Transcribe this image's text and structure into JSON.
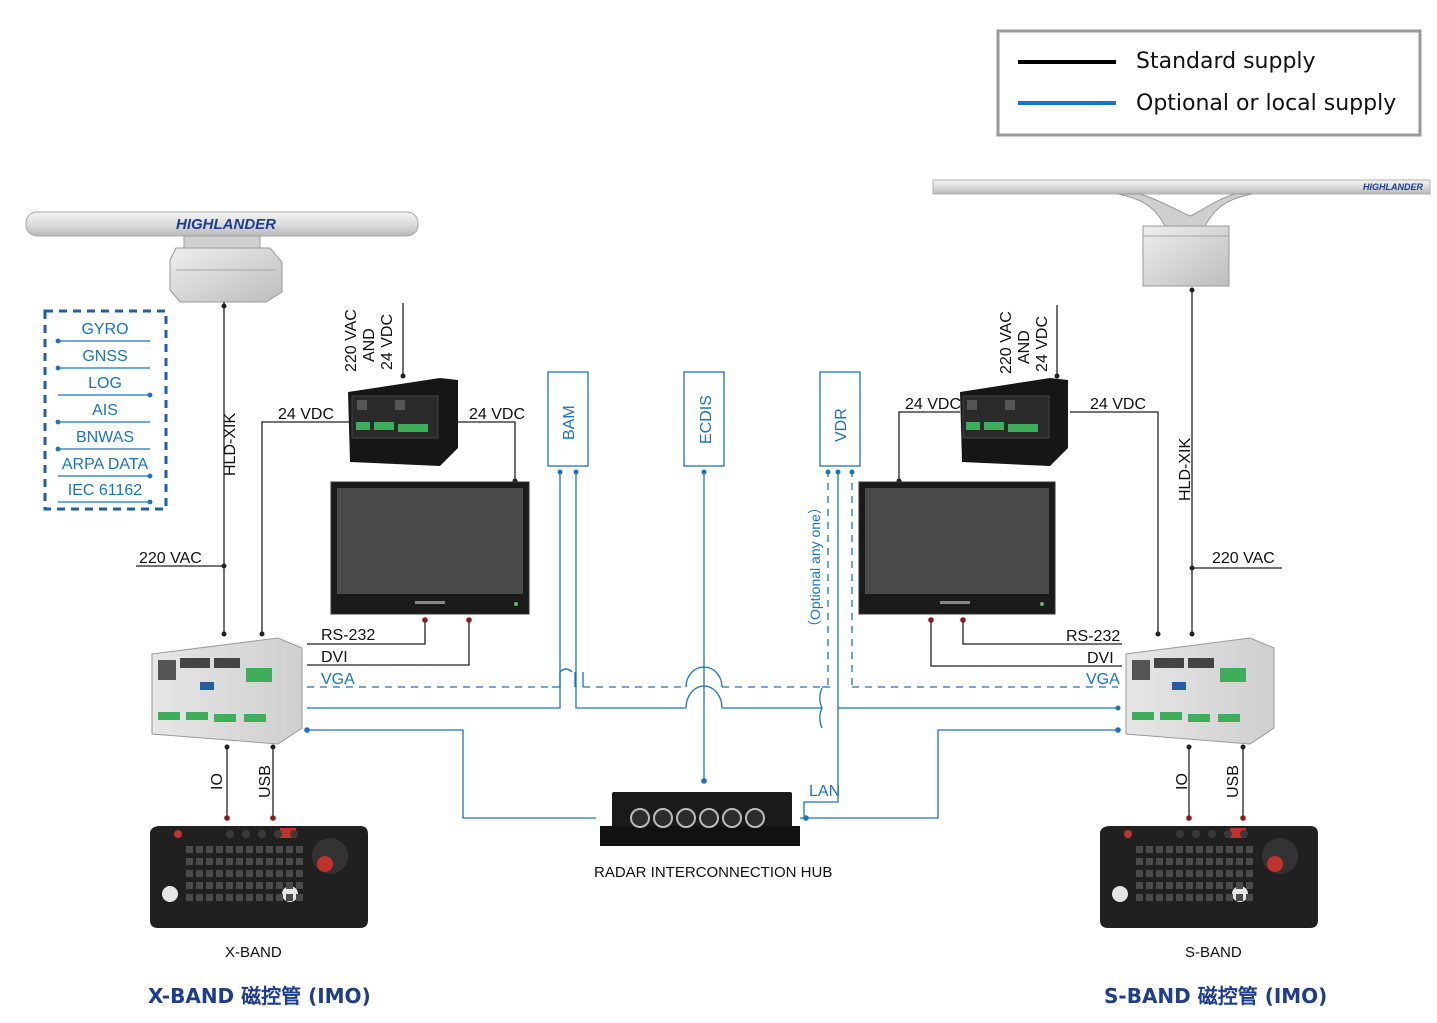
{
  "legend": {
    "standard": "Standard supply",
    "optional": "Optional or local supply",
    "standard_color": "#000000",
    "optional_color": "#1a73c4"
  },
  "antenna_brand": "HIGHLANDER",
  "sensors": [
    "GYRO",
    "GNSS",
    "LOG",
    "AIS",
    "BNWAS",
    "ARPA DATA",
    "IEC 61162"
  ],
  "left": {
    "antenna_cable": "HLD-XIK",
    "mains": "220 VAC",
    "psu_input_line1": "220 VAC",
    "psu_input_line2": "AND",
    "psu_input_line3": "24 VDC",
    "psu_out_left": "24 VDC",
    "psu_out_right": "24 VDC",
    "rs232": "RS-232",
    "dvi": "DVI",
    "vga": "VGA",
    "io": "IO",
    "usb": "USB",
    "keyboard_caption": "X-BAND",
    "title": "X-BAND 磁控管 (IMO)"
  },
  "right": {
    "antenna_cable": "HLD-XIK",
    "mains": "220 VAC",
    "psu_input_line1": "220 VAC",
    "psu_input_line2": "AND",
    "psu_input_line3": "24 VDC",
    "psu_out_left": "24 VDC",
    "psu_out_right": "24 VDC",
    "rs232": "RS-232",
    "dvi": "DVI",
    "vga": "VGA",
    "io": "IO",
    "usb": "USB",
    "keyboard_caption": "S-BAND",
    "title": "S-BAND 磁控管 (IMO)"
  },
  "externals": {
    "bam": "BAM",
    "ecdis": "ECDIS",
    "vdr": "VDR",
    "optional_note": "（Optional any one）",
    "lan": "LAN"
  },
  "hub_caption": "RADAR INTERCONNECTION HUB"
}
